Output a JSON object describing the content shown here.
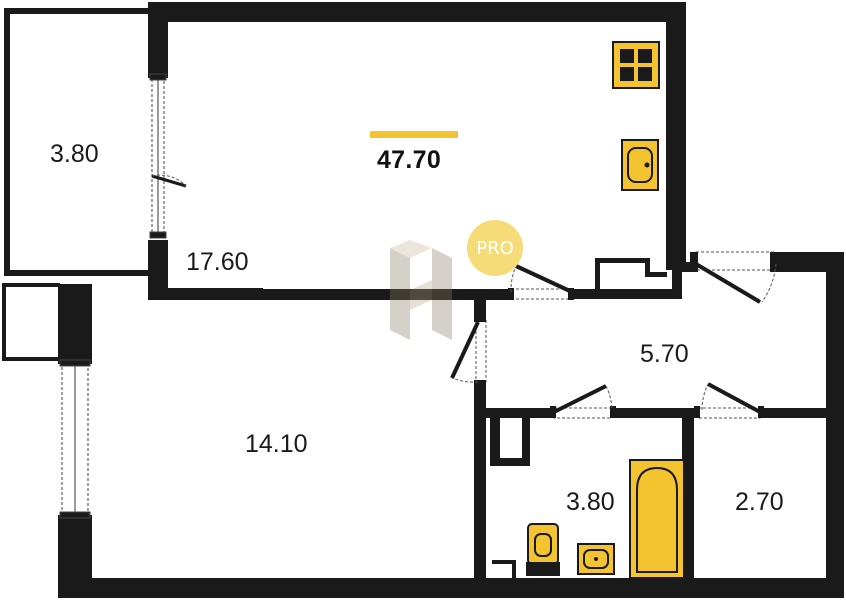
{
  "plan": {
    "total_area": "47.70",
    "badge": "PRO",
    "rooms": [
      {
        "name": "balcony-area",
        "area": "3.80"
      },
      {
        "name": "living-kitchen-area",
        "area": "17.60"
      },
      {
        "name": "bedroom-area",
        "area": "14.10"
      },
      {
        "name": "hallway-area",
        "area": "5.70"
      },
      {
        "name": "bathroom-area",
        "area": "3.80"
      },
      {
        "name": "toilet-area",
        "area": "2.70"
      }
    ]
  },
  "colors": {
    "wall": "#1a1a1a",
    "fixture": "#f4c430",
    "accent_bar": "#f4c430",
    "badge": "#f6d96b"
  },
  "icons": [
    "stove-icon",
    "kitchen-sink-icon",
    "bathtub-icon",
    "toilet-icon",
    "washbasin-icon",
    "watermark-logo"
  ]
}
